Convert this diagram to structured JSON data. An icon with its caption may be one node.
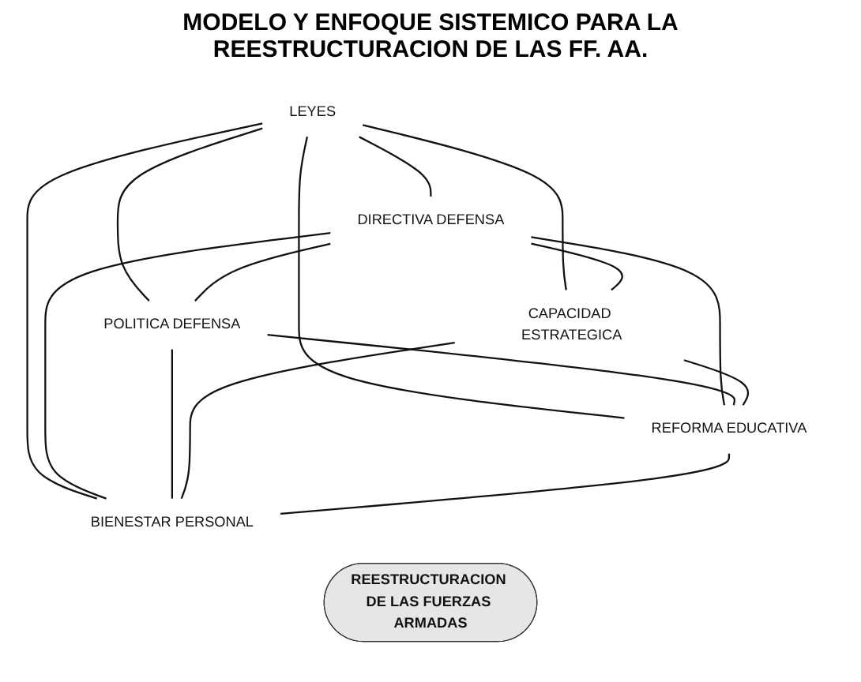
{
  "diagram": {
    "title": "MODELO Y ENFOQUE SISTEMICO PARA LA REESTRUCTURACION DE LAS FF. AA.",
    "nodes": [
      {
        "text": [
          "LEYES"
        ]
      },
      {
        "text": [
          "DIRECTIVA DEFENSA"
        ]
      },
      {
        "text": [
          "POLITICA DEFENSA"
        ]
      },
      {
        "text": [
          "REESTRUCTURACION DE LAS FUERZAS ARMADAS"
        ]
      },
      {
        "text": [
          "CAPACIDAD ESTRATEGICA"
        ]
      },
      {
        "text": [
          "REFORMA EDUCATIVA"
        ]
      },
      {
        "text": [
          "BIENESTAR PERSONAL"
        ]
      }
    ],
    "edges": [
      {
        "from": 0,
        "to": 1,
        "arrow": "none"
      },
      {
        "from": 0,
        "to": 2,
        "arrow": "none"
      },
      {
        "from": 0,
        "to": 6,
        "arrow": "none"
      },
      {
        "from": 0,
        "to": 4,
        "arrow": "none"
      },
      {
        "from": 0,
        "to": 5,
        "arrow": "none"
      },
      {
        "from": 1,
        "to": 2,
        "arrow": "none"
      },
      {
        "from": 1,
        "to": 4,
        "arrow": "none"
      },
      {
        "from": 1,
        "to": 6,
        "arrow": "none"
      },
      {
        "from": 1,
        "to": 5,
        "arrow": "none"
      },
      {
        "from": 2,
        "to": 5,
        "arrow": "none"
      },
      {
        "from": 2,
        "to": 6,
        "arrow": "none"
      },
      {
        "from": 4,
        "to": 5,
        "arrow": "none"
      },
      {
        "from": 4,
        "to": 6,
        "arrow": "none"
      },
      {
        "from": 5,
        "to": 6,
        "arrow": "none"
      }
    ]
  }
}
